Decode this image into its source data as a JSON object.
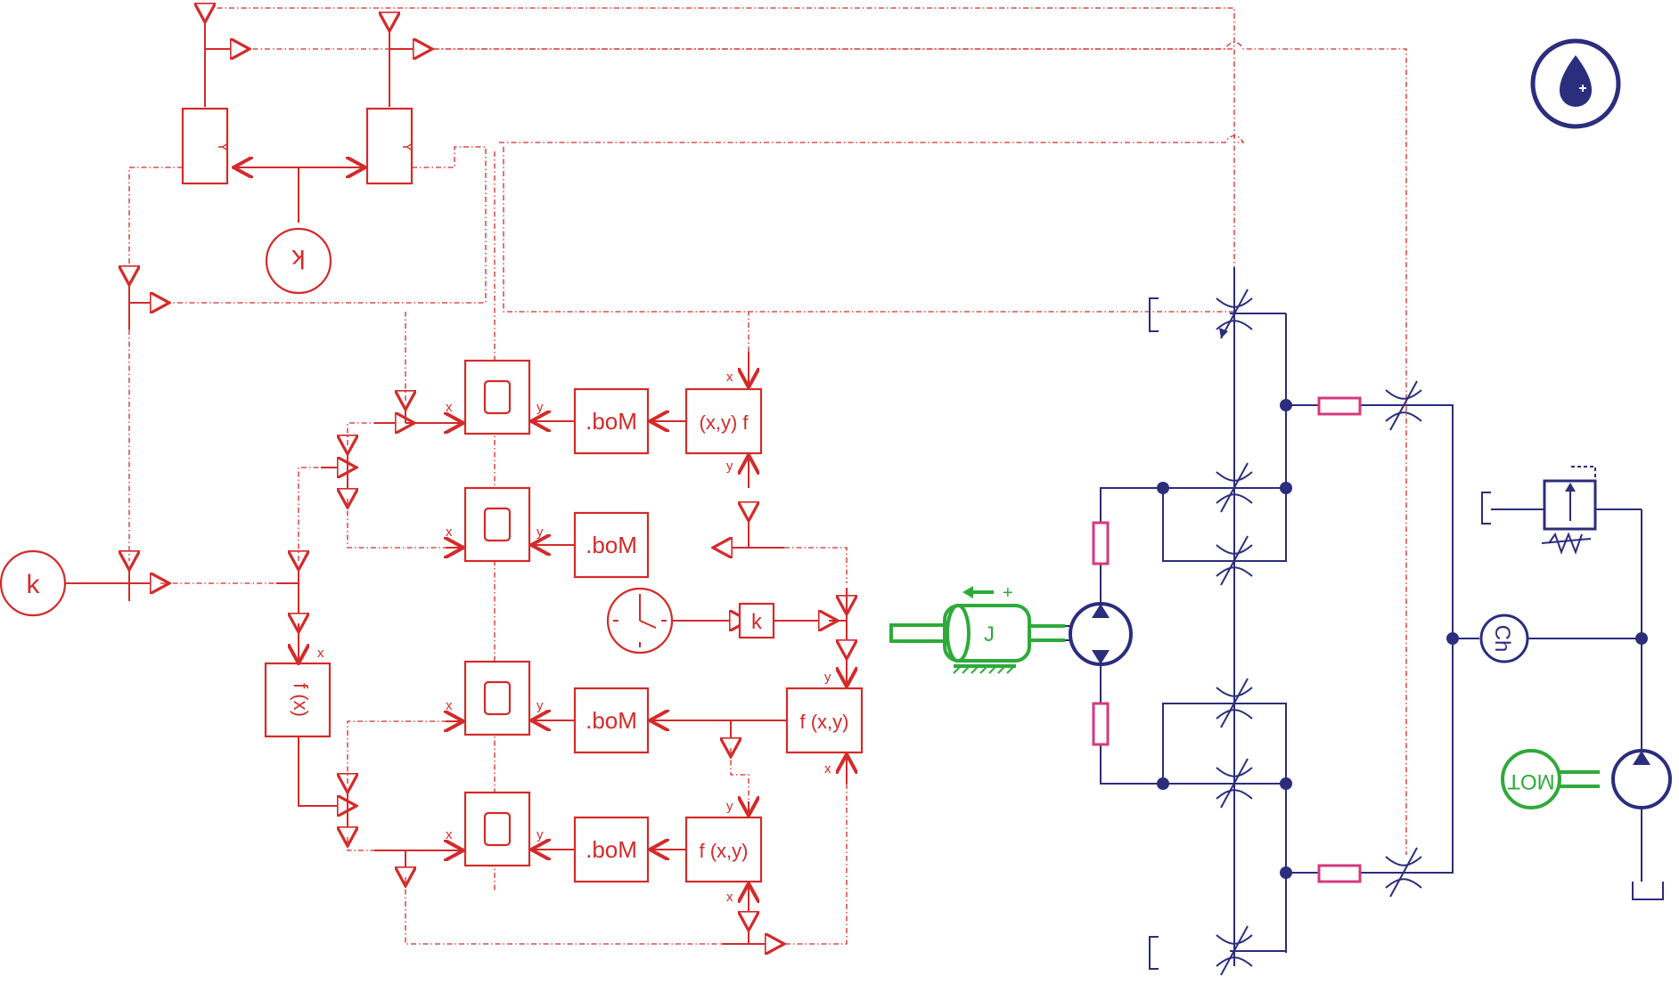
{
  "diagram": {
    "colors": {
      "signal": "#d42a2a",
      "hydraulic": "#2b2d7d",
      "mechanical": "#2eaa3a",
      "restriction": "#d4397e"
    },
    "labels": {
      "const_left": "k",
      "const_top": "k",
      "const_small": "k",
      "mod_1": ".boM",
      "mod_2": ".boM",
      "mod_3": ".boM",
      "mod_4": ".boM",
      "fxy_1": "(x,y) f",
      "fxy_2": "f (x,y)",
      "fxy_3": "f (x,y)",
      "fx": "f (x)",
      "inertia": "J",
      "motor": "MOT",
      "check": "Ch",
      "port_x": "x",
      "port_y": "y",
      "port_X": "X",
      "port_Y": "Y",
      "plus": "+"
    },
    "icons": [
      "water-drop-icon",
      "clock-icon",
      "integrator-icon",
      "hydraulic-motor-icon",
      "hydraulic-pump-icon",
      "throttle-valve-icon",
      "relief-valve-icon",
      "tank-icon"
    ]
  }
}
